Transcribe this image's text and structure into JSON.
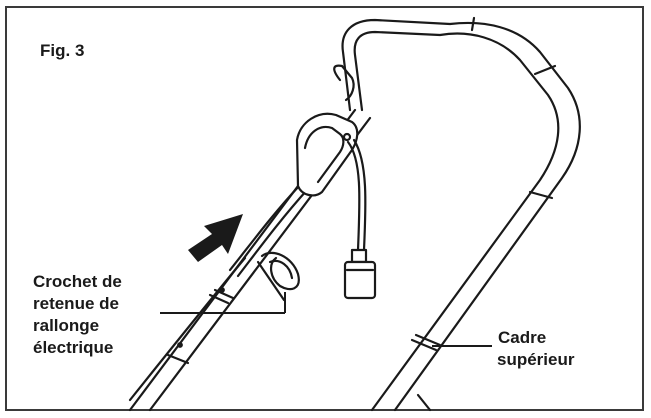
{
  "figure": {
    "title": "Fig. 3"
  },
  "callouts": {
    "hook": {
      "lines": [
        "Crochet de",
        "retenue de",
        "rallonge",
        "électrique"
      ]
    },
    "frame": {
      "lines": [
        "Cadre",
        "supérieur"
      ]
    }
  },
  "colors": {
    "ink": "#1a1a1a",
    "frame_border": "#3a3a3a",
    "fill": "#ffffff"
  }
}
